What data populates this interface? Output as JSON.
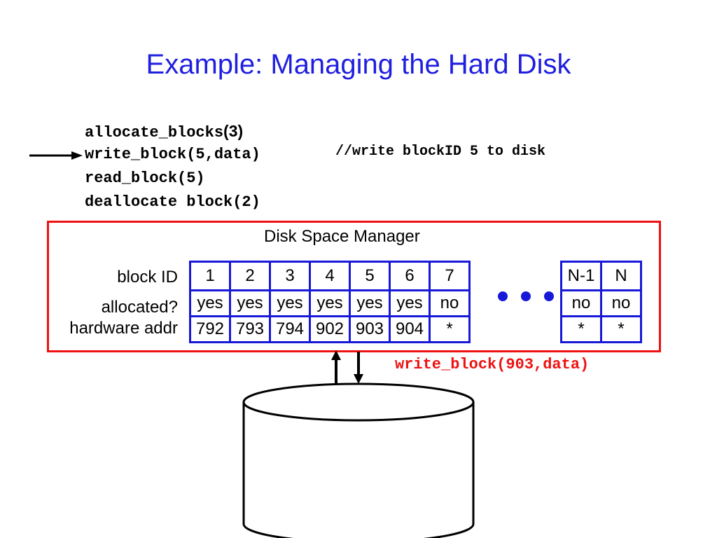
{
  "title": "Example: Managing the Hard Disk",
  "code_lines": [
    {
      "text": "allocate_blocks",
      "suffix": "(3)"
    },
    {
      "text": "write_block(5,data)"
    },
    {
      "text": "read_block(5)"
    },
    {
      "text": "deallocate block(2)"
    }
  ],
  "comment": "//write blockID 5 to disk",
  "manager": {
    "title": "Disk Space Manager",
    "row_labels": [
      "block ID",
      "allocated?",
      "hardware addr"
    ],
    "table_main": {
      "block_ids": [
        "1",
        "2",
        "3",
        "4",
        "5",
        "6",
        "7"
      ],
      "allocated": [
        "yes",
        "yes",
        "yes",
        "yes",
        "yes",
        "yes",
        "no"
      ],
      "hardware_addr": [
        "792",
        "793",
        "794",
        "902",
        "903",
        "904",
        "*"
      ]
    },
    "table_tail": {
      "block_ids": [
        "N-1",
        "N"
      ],
      "allocated": [
        "no",
        "no"
      ],
      "hardware_addr": [
        "*",
        "*"
      ]
    }
  },
  "disk_call": "write_block(903,data)",
  "colors": {
    "title": "#1f1fe0",
    "box_border": "#ee1111",
    "grid_border": "#1818d8",
    "dots": "#1818d8",
    "disk_call": "#ee1111"
  },
  "icons": {
    "current_line": "right-arrow-icon",
    "ellipsis": "ellipsis-dots-icon",
    "io": "up-down-arrows-icon",
    "disk": "disk-cylinder-icon"
  }
}
